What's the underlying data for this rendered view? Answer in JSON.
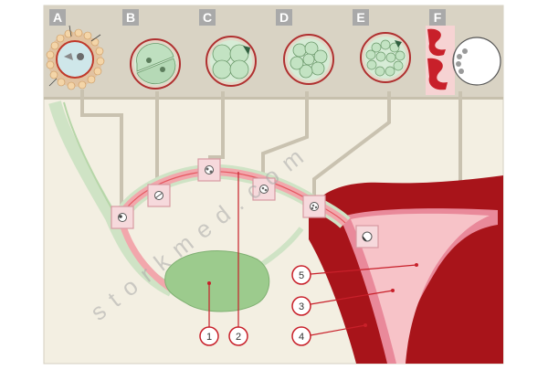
{
  "colors": {
    "header_band": "#d9d3c4",
    "diagram_bg": "#f3efe2",
    "letter_box": "#a9a9a9",
    "uterus_outer": "#a8141a",
    "uterus_inner": "#e9899a",
    "cavity": "#f7c3c8",
    "tube_pink": "#f2a7ac",
    "tube_green": "#cfe3c5",
    "ovary": "#9ccb8d",
    "connector": "#c9c2b0",
    "label_ring": "#c8202a"
  },
  "stages": [
    {
      "letter": "A",
      "name": "fertilized-egg"
    },
    {
      "letter": "B",
      "name": "two-cell"
    },
    {
      "letter": "C",
      "name": "four-cell"
    },
    {
      "letter": "D",
      "name": "morula-early"
    },
    {
      "letter": "E",
      "name": "morula"
    },
    {
      "letter": "F",
      "name": "blastocyst-implantation"
    }
  ],
  "labels": [
    {
      "num": "1",
      "target": "ovary"
    },
    {
      "num": "2",
      "target": "fallopian-tube"
    },
    {
      "num": "3",
      "target": "uterine-wall-inner"
    },
    {
      "num": "4",
      "target": "uterine-wall-outer"
    },
    {
      "num": "5",
      "target": "uterine-cavity"
    }
  ],
  "watermark": "s t o r k m e d . c o m"
}
